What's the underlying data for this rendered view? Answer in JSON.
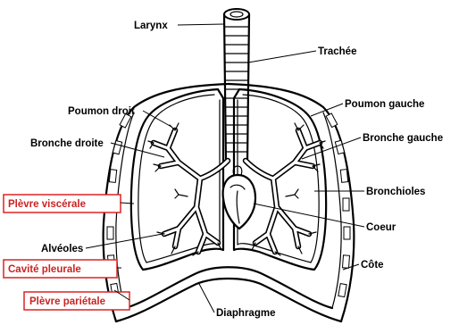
{
  "diagram": {
    "labels": {
      "larynx": "Larynx",
      "trachee": "Trachée",
      "poumon_droit": "Poumon droit",
      "poumon_gauche": "Poumon gauche",
      "bronche_droite": "Bronche droite",
      "bronche_gauche": "Bronche gauche",
      "bronchioles": "Bronchioles",
      "plevre_viscerale": "Plèvre viscérale",
      "alveoles": "Alvéoles",
      "coeur": "Coeur",
      "cavite_pleurale": "Cavité pleurale",
      "cote": "Côte",
      "plevre_parietale": "Plèvre pariétale",
      "diaphragme": "Diaphragme"
    },
    "highlight_color": "#d22222"
  }
}
